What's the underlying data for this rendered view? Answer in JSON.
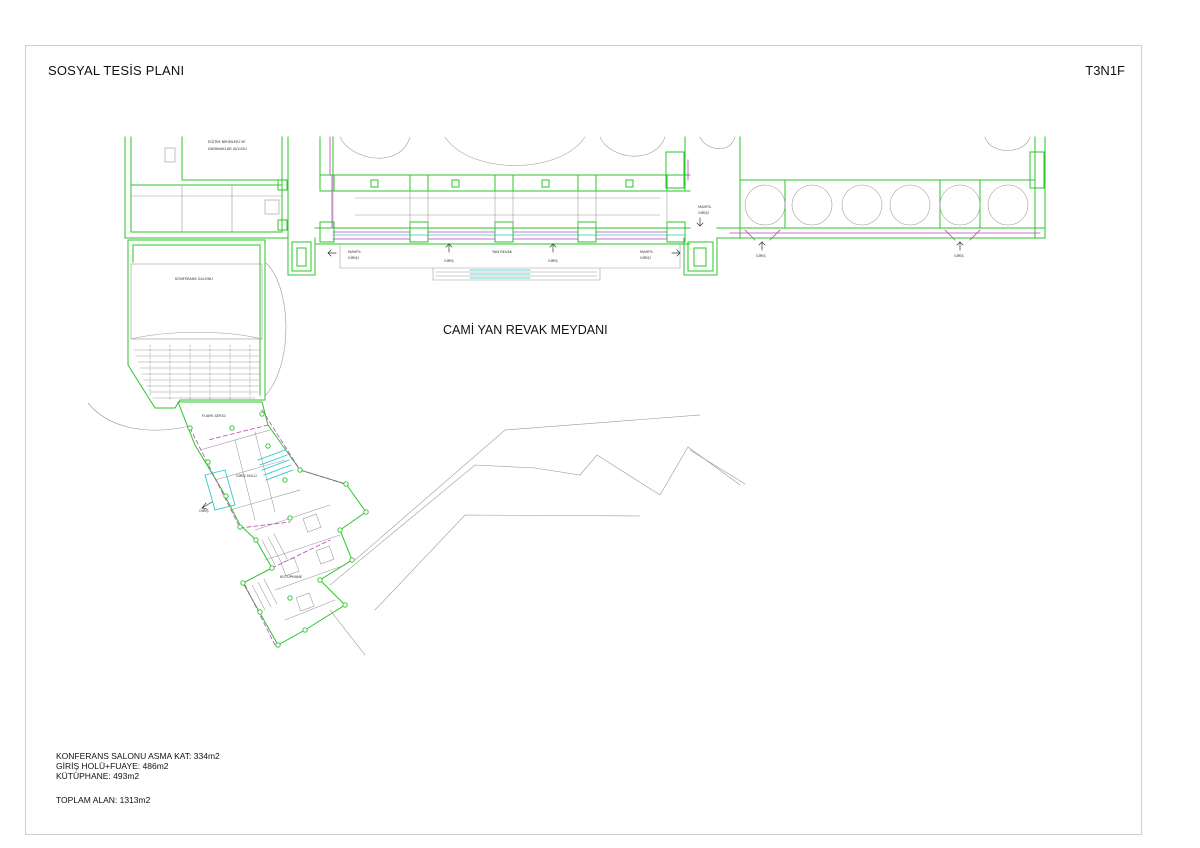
{
  "sheet": {
    "title": "SOSYAL TESİS PLANI",
    "code": "T3N1F",
    "plaza_label": "CAMİ YAN REVAK MEYDANI"
  },
  "plan_labels": {
    "top_room_1": "EĞİTİM BİRİMLERİ VE",
    "top_room_2": "DAYANAKLAR AVLUSU",
    "mahfil_girisi_left_1": "MAHFİL",
    "mahfil_girisi_left_2": "GİRİŞİ",
    "giris_1": "GİRİŞ",
    "yan_revak": "YAN REVAK",
    "giris_2": "GİRİŞ",
    "mahfil_girisi_right_1": "MAHFİL",
    "mahfil_girisi_right_2": "GİRİŞİ",
    "mahfil_girisi_top_1": "MAHFİL",
    "mahfil_girisi_top_2": "GİRİŞİ",
    "giris_3": "GİRİŞ",
    "giris_4": "GİRİŞ",
    "konferans_salonu": "KONFERANS SALONU",
    "fuaye": "FUAYE-SERGİ",
    "giris_holu": "GİRİŞ HOLÜ",
    "kutuphane": "KÜTÜPHANE",
    "giris_arrow": "GİRİŞ"
  },
  "areas": {
    "konferans": "KONFERANS SALONU ASMA KAT: 334m2",
    "giris_holu": "GİRİŞ HOLÜ+FUAYE: 486m2",
    "kutuphane": "KÜTÜPHANE: 493m2",
    "toplam": "TOPLAM ALAN: 1313m2"
  },
  "colors": {
    "wall": "#2bc42b",
    "glass": "#30c8c8",
    "partition": "#c040c0",
    "site": "#9a9a9a",
    "frame": "#cfcfcf"
  }
}
